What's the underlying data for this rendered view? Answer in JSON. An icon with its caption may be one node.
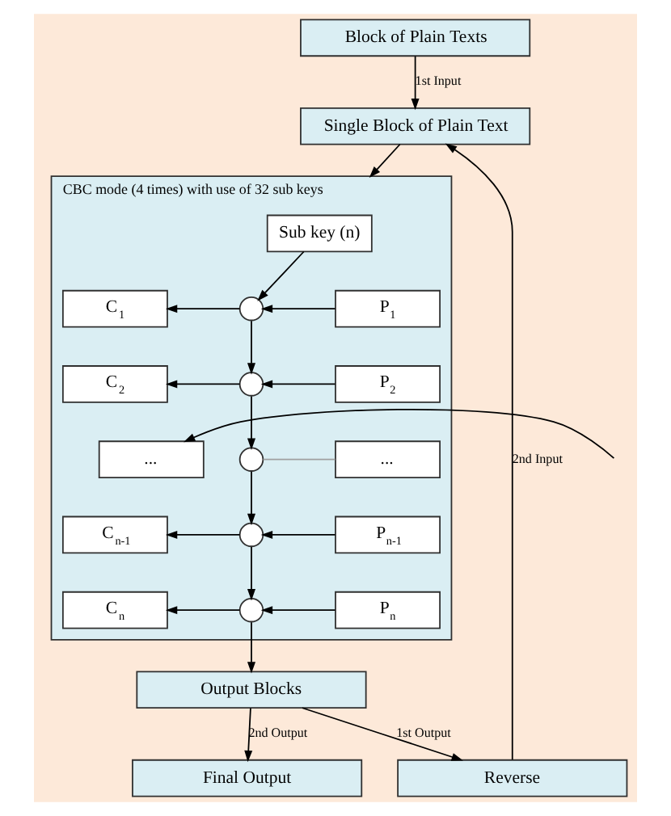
{
  "diagram": {
    "nodes": [
      {
        "text": [
          "Block of Plain Texts"
        ]
      },
      {
        "text": [
          "Single Block of Plain Text"
        ]
      },
      {
        "text": [
          "CBC mode (4 times) with use of 32 sub keys"
        ]
      },
      {
        "text": [
          "Sub key (n)"
        ],
        "in": 2
      },
      {
        "text": [
          "C$_{1}$"
        ],
        "in": 2
      },
      {
        "text": [],
        "shape": "circle",
        "in": 2
      },
      {
        "text": [
          "P$_{1}$"
        ],
        "in": 2
      },
      {
        "text": [
          "C$_{2}$"
        ],
        "in": 2
      },
      {
        "text": [],
        "shape": "circle",
        "in": 2
      },
      {
        "text": [
          "P$_{2}$"
        ],
        "in": 2
      },
      {
        "text": [
          "..."
        ],
        "in": 2
      },
      {
        "text": [],
        "shape": "circle",
        "in": 2
      },
      {
        "text": [
          "..."
        ],
        "in": 2
      },
      {
        "text": [
          "C$_{n-1}$"
        ],
        "in": 2
      },
      {
        "text": [],
        "shape": "circle",
        "in": 2
      },
      {
        "text": [
          "P$_{n-1}$"
        ],
        "in": 2
      },
      {
        "text": [
          "C$_{n}$"
        ],
        "in": 2
      },
      {
        "text": [],
        "shape": "circle",
        "in": 2
      },
      {
        "text": [
          "P$_{n}$"
        ],
        "in": 2
      },
      {
        "text": [
          "Output Blocks"
        ]
      },
      {
        "text": [
          "Final Output"
        ]
      },
      {
        "text": [
          "Reverse"
        ]
      }
    ],
    "edges": [
      {
        "from": 0,
        "to": 1,
        "arrow": "to",
        "label": "1st Input"
      },
      {
        "from": 1,
        "to": 2,
        "arrow": "to"
      },
      {
        "from": 3,
        "to": 5,
        "arrow": "to"
      },
      {
        "from": 6,
        "to": 5,
        "arrow": "to"
      },
      {
        "from": 5,
        "to": 4,
        "arrow": "to"
      },
      {
        "from": 5,
        "to": 8,
        "arrow": "to"
      },
      {
        "from": 9,
        "to": 8,
        "arrow": "to"
      },
      {
        "from": 8,
        "to": 7,
        "arrow": "to"
      },
      {
        "from": 8,
        "to": 11,
        "arrow": "to"
      },
      {
        "from": null,
        "to": 10,
        "arrow": "to"
      },
      {
        "from": 12,
        "to": 11,
        "arrow": "none",
        "color": "#a0a0a0"
      },
      {
        "from": 11,
        "to": 14,
        "arrow": "to"
      },
      {
        "from": 15,
        "to": 14,
        "arrow": "to"
      },
      {
        "from": 14,
        "to": 13,
        "arrow": "to"
      },
      {
        "from": 14,
        "to": 17,
        "arrow": "to"
      },
      {
        "from": 18,
        "to": 17,
        "arrow": "to"
      },
      {
        "from": 17,
        "to": 16,
        "arrow": "to"
      },
      {
        "from": 17,
        "to": 19,
        "arrow": "to"
      },
      {
        "from": 19,
        "to": 21,
        "arrow": "to",
        "label": "1st Output"
      },
      {
        "from": 19,
        "to": 20,
        "arrow": "to",
        "label": "2nd Output"
      },
      {
        "from": 21,
        "to": 1,
        "arrow": "to",
        "label": "2nd Input"
      }
    ]
  }
}
